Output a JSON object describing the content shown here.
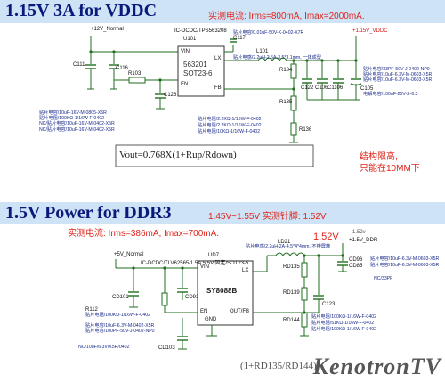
{
  "top": {
    "title": "1.15V 3A for VDDC",
    "measured": "实测电流: Irms=800mA, Imax=2000mA.",
    "vin_net": "+12V_Normal",
    "vout_net": "+1.15V_VDDC",
    "ic_part": "IC-DCDC/TPS563208",
    "ic_ref": "U101",
    "chip_name": "563201",
    "chip_pkg": "SOT23-6",
    "pins": {
      "vin": "VIN",
      "en": "EN",
      "lx": "LX",
      "fb": "FB"
    },
    "refs": {
      "c111": "C111",
      "c116": "C116",
      "r103": "R103",
      "c126": "C126",
      "c117": "C117",
      "l101": "L101",
      "r134": "R134",
      "r135": "R135",
      "r136": "R136",
      "c122": "C122",
      "c106": "C106",
      "c105": "C105",
      "c1106": "C1106"
    },
    "notes": {
      "c117": "贴片电容/0.01uF-50V-K-0402-X7R",
      "l101": "贴片电感/2.2uH-2.5A-3.5*3.1mm, 一体成型",
      "left1": "贴片电容/10uF-16V-M-0805-X5R",
      "left2": "贴片电阻/100KΩ-1/16W-F-0402",
      "left3": "NC/贴片电容/10uF-16V-M-0402-X5R",
      "r_fb1": "贴片电阻/2.2KΩ-1/16W-F-0402",
      "r_fb2": "贴片电阻/2.2KΩ-1/16W-F-0402",
      "r_fb3": "贴片电阻/10KΩ-1/16W-F-0402",
      "right1": "贴片电容/33PF-50V-J-0402-NP0",
      "right2": "贴片电容/10uF-6.3V-M-0603-X5R",
      "right3": "贴片电容/10uF-6.3V-M-0603-X5R",
      "right4": "电解电容/100uF-25V-Z-6.3",
      "nc_left": "NC/贴片电容/10uF-16V-M-0402-X5R"
    },
    "formula": "Vout=0.768X(1+Rup/Rdown)",
    "remark_line1": "结构限高,",
    "remark_line2": "只能在10MM下"
  },
  "bottom": {
    "title": "1.5V Power for DDR3",
    "range": "1.45V~1.55V 实测针脚: 1.52V",
    "measured": "实测电流: Irms=386mA, Imax=700mA.",
    "vin_net": "+5V_Normal",
    "vout_net": "+1.5V_DDR",
    "vout_note": "1.52V",
    "vout_small": "1.52v",
    "ic_ref": "UD7",
    "ic_part": "IC-DCDC/TLV62565/1.5A,5.5V,固定/SOT23-5",
    "chip_name": "SY8088B",
    "pins": {
      "vin": "VIN",
      "en": "EN",
      "gnd": "GND",
      "lx": "LX",
      "fb": "OUT/FB"
    },
    "refs": {
      "ld21": "LD21",
      "rd135": "RD135",
      "rd139": "RD139",
      "rd144": "RD144",
      "c123": "C123",
      "cd101": "CD101",
      "cd103": "CD103",
      "cd91": "CD91",
      "cd96": "CD96",
      "cd85": "CD85",
      "r112": "R112"
    },
    "notes": {
      "ld21": "贴片电感/2.2uH-2A-4.5*4*4mm, 不带屏蔽",
      "r112": "贴片电阻/100KΩ-1/16W-F-0402",
      "cd1": "贴片电容/10uF-6.3V-M-0402-X5R",
      "cd2": "贴片电容/100PF-50V-J-0402-NP0",
      "rfb1": "贴片电阻/100KΩ-1/16W-F-0402",
      "rfb2": "贴片电阻/51KΩ-1/16W-F-0402",
      "rfb3": "贴片电阻/100KΩ-1/16W-F-0402",
      "right1": "贴片电容/10uF-6.3V-M-0603-X5R",
      "right2": "贴片电容/10uF-6.3V-M-0603-X5R",
      "nc": "NC/33PF",
      "bottom_nc": "NC/10uF/6.3V/X5R/0402"
    },
    "formula_partial": "(1+RD135/RD144)"
  },
  "watermark": "KenotronTV"
}
